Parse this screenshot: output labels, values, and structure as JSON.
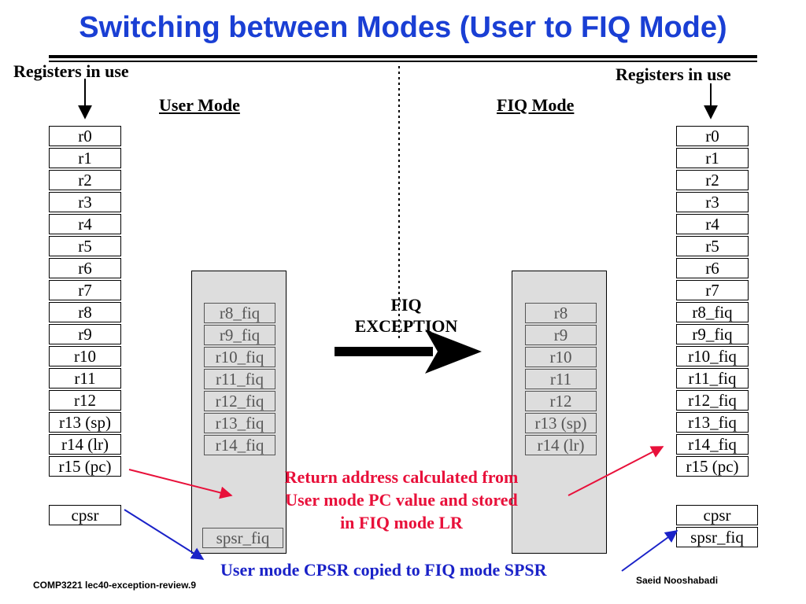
{
  "title": "Switching between Modes (User to FIQ Mode)",
  "left": {
    "header": "Registers in use",
    "mode": "User Mode",
    "registers": [
      "r0",
      "r1",
      "r2",
      "r3",
      "r4",
      "r5",
      "r6",
      "r7",
      "r8",
      "r9",
      "r10",
      "r11",
      "r12",
      "r13 (sp)",
      "r14 (lr)",
      "r15 (pc)"
    ],
    "cpsr": "cpsr",
    "banked": [
      "r8_fiq",
      "r9_fiq",
      "r10_fiq",
      "r11_fiq",
      "r12_fiq",
      "r13_fiq",
      "r14_fiq"
    ],
    "banked_spsr": "spsr_fiq"
  },
  "right": {
    "header": "Registers in use",
    "mode": "FIQ Mode",
    "registers": [
      "r0",
      "r1",
      "r2",
      "r3",
      "r4",
      "r5",
      "r6",
      "r7",
      "r8_fiq",
      "r9_fiq",
      "r10_fiq",
      "r11_fiq",
      "r12_fiq",
      "r13_fiq",
      "r14_fiq",
      "r15 (pc)"
    ],
    "cpsr": "cpsr",
    "spsr": "spsr_fiq",
    "banked": [
      "r8",
      "r9",
      "r10",
      "r11",
      "r12",
      "r13 (sp)",
      "r14 (lr)"
    ]
  },
  "exception_label": [
    "FIQ",
    "EXCEPTION"
  ],
  "return_note": [
    "Return address calculated from",
    "User mode  PC value and stored",
    "in FIQ mode LR"
  ],
  "cpsr_note": "User mode CPSR copied to FIQ mode SPSR",
  "footer": {
    "left": "COMP3221  lec40-exception-review.9",
    "right": "Saeid Nooshabadi"
  },
  "colors": {
    "title": "#1a3fd4",
    "red_note": "#e8103a",
    "blue_note": "#1a22c8",
    "bank_fill": "#dddddd"
  }
}
